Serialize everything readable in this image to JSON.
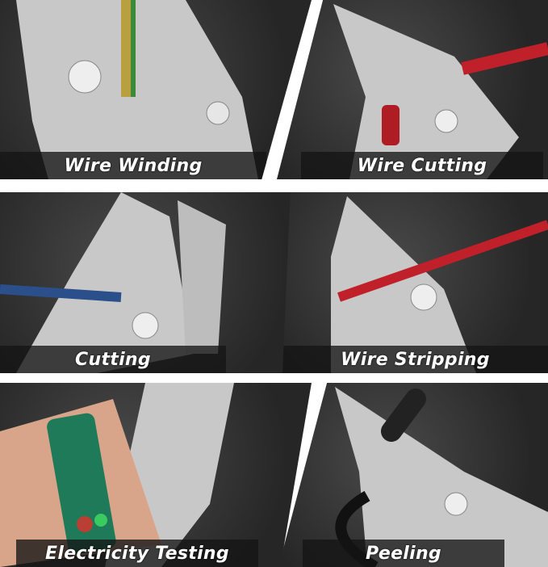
{
  "panels": [
    {
      "label": "Wire Winding"
    },
    {
      "label": "Wire Cutting"
    },
    {
      "label": "Cutting"
    },
    {
      "label": "Wire Stripping"
    },
    {
      "label": "Electricity Testing"
    },
    {
      "label": "Peeling"
    }
  ],
  "colors": {
    "steel": "#c9c9c9",
    "wire_red": "#c0202a",
    "wire_blue": "#2a4f8a",
    "handle_green": "#1f7a5a",
    "label_bg": "#1a1a1a"
  }
}
